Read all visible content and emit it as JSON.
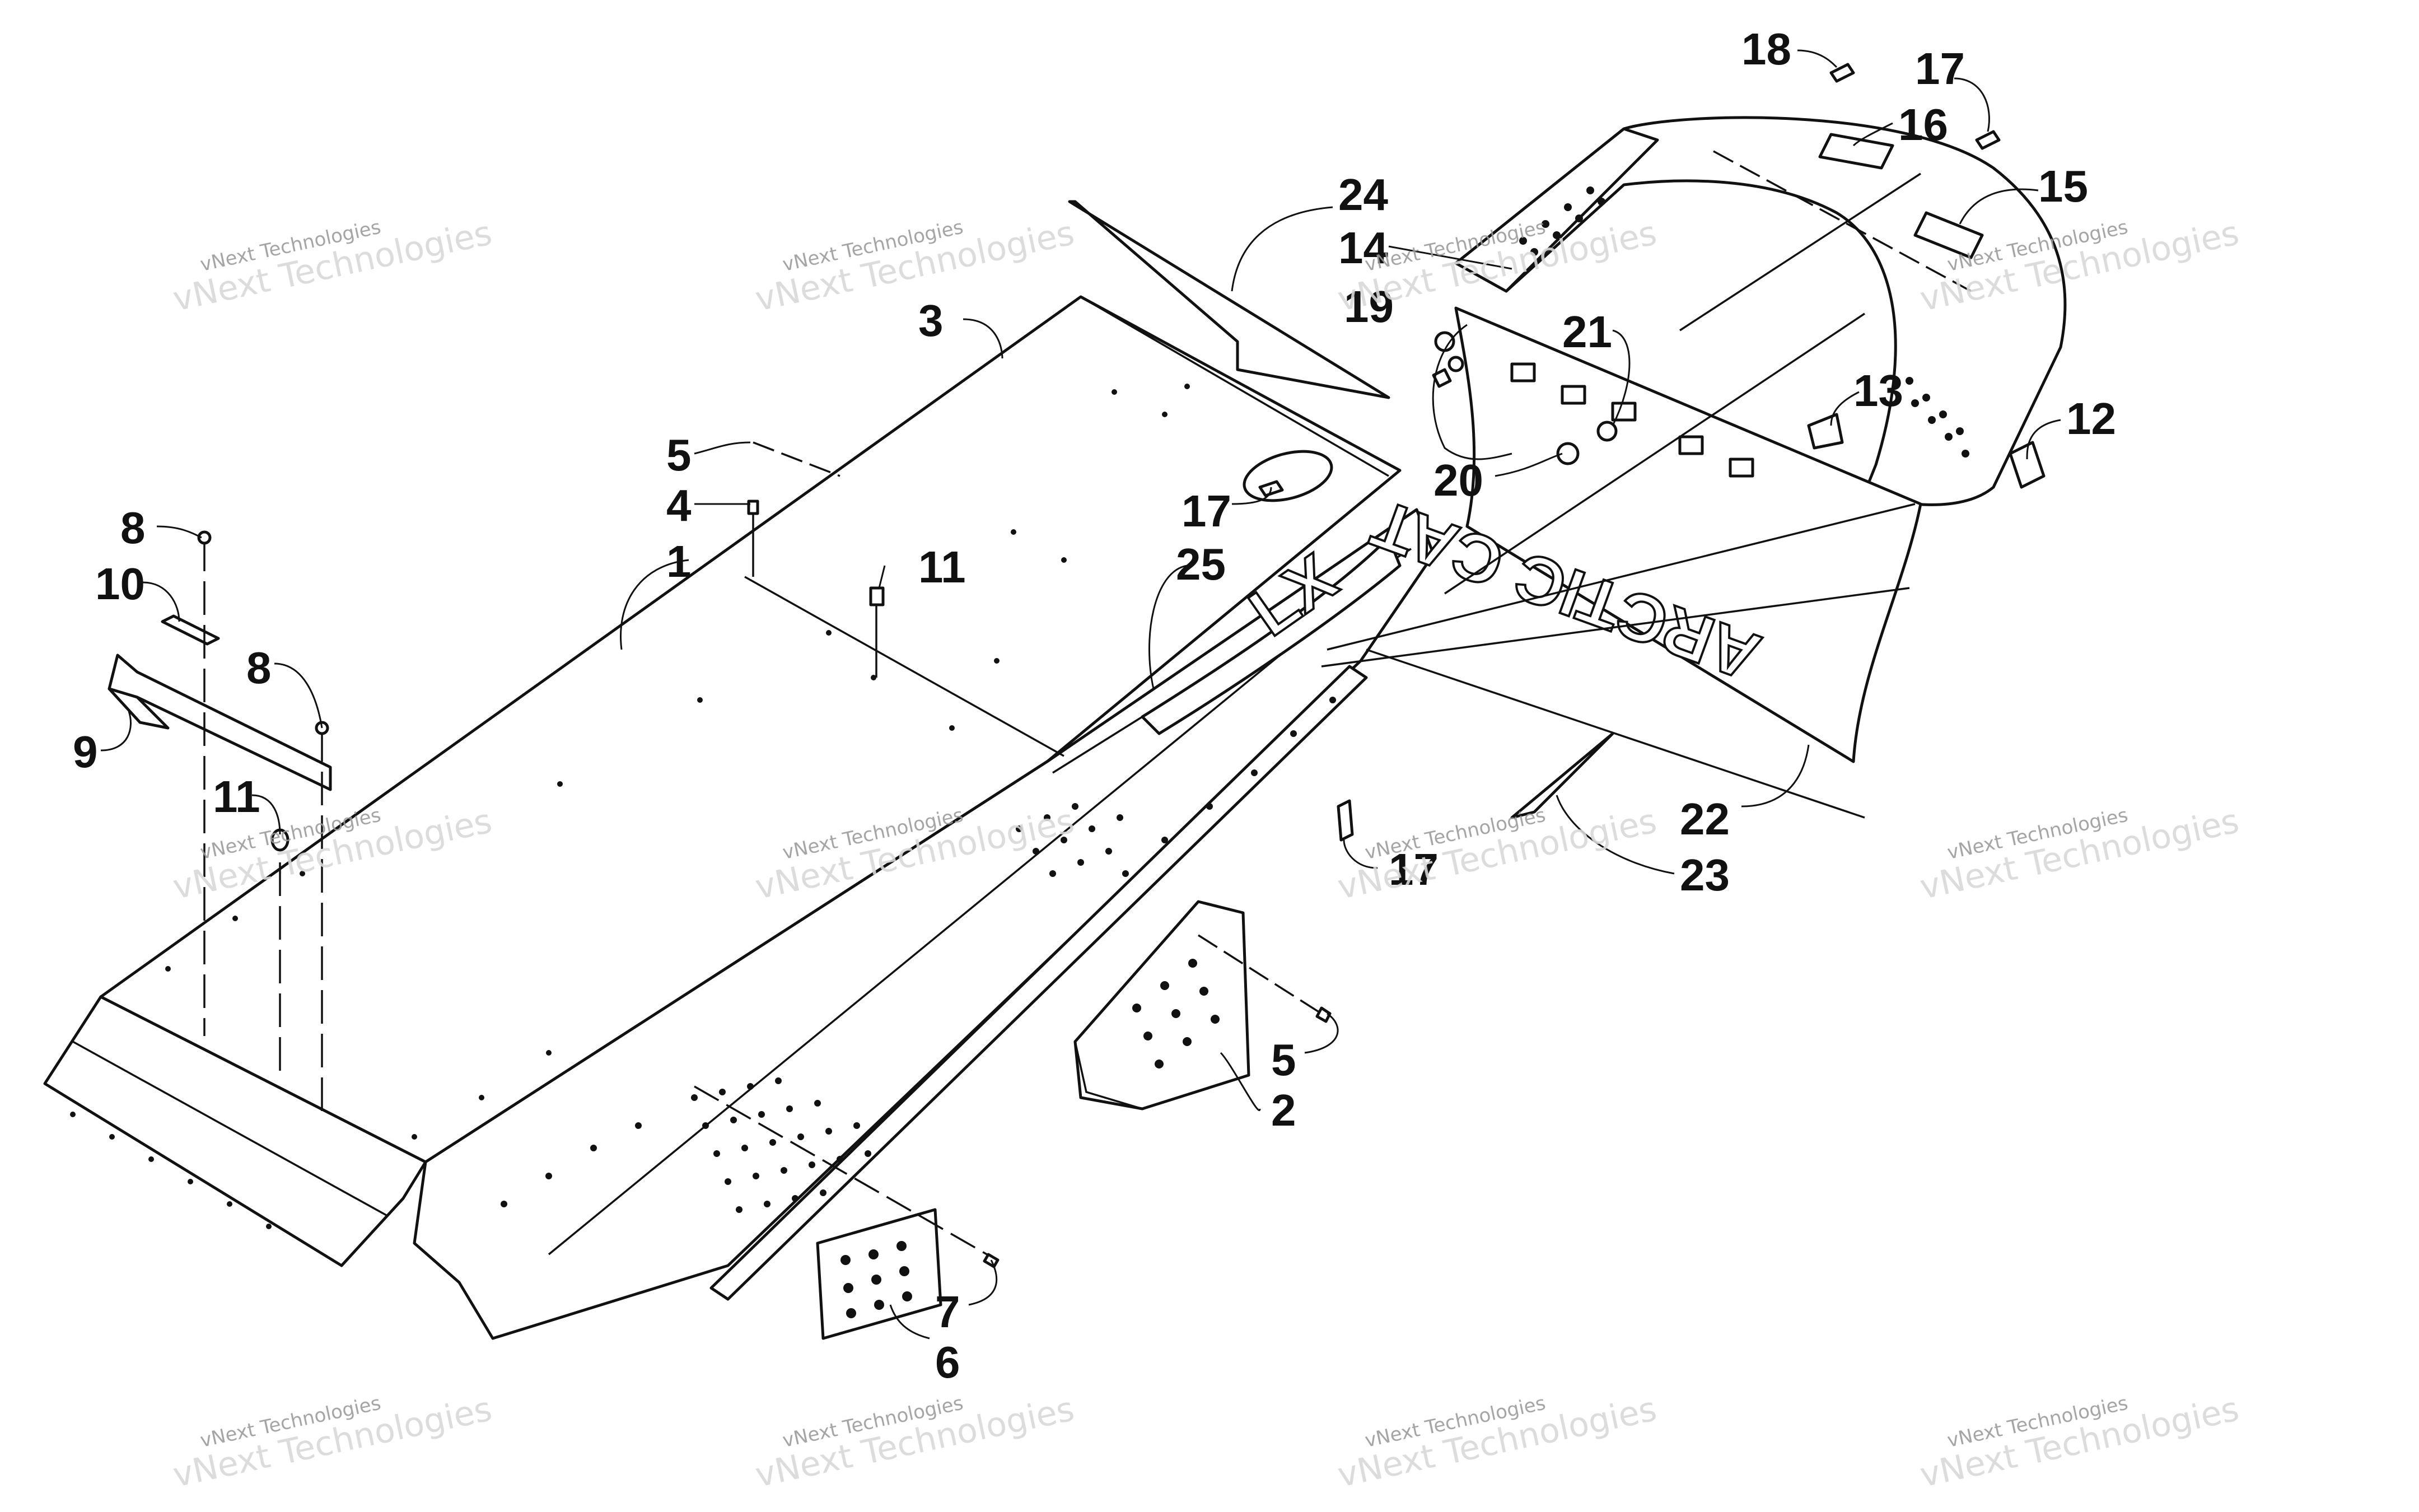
{
  "diagram": {
    "callouts": [
      "1",
      "2",
      "3",
      "4",
      "5",
      "5",
      "6",
      "7",
      "8",
      "8",
      "9",
      "10",
      "11",
      "11",
      "12",
      "13",
      "14",
      "15",
      "16",
      "17",
      "17",
      "17",
      "18",
      "19",
      "20",
      "21",
      "22",
      "23",
      "24",
      "25"
    ],
    "decal_text": "ARCTIC CAT",
    "model_decal_text": "LX",
    "watermark": {
      "line1": "vNext Technologies",
      "line2": "vNext Technologies"
    }
  }
}
